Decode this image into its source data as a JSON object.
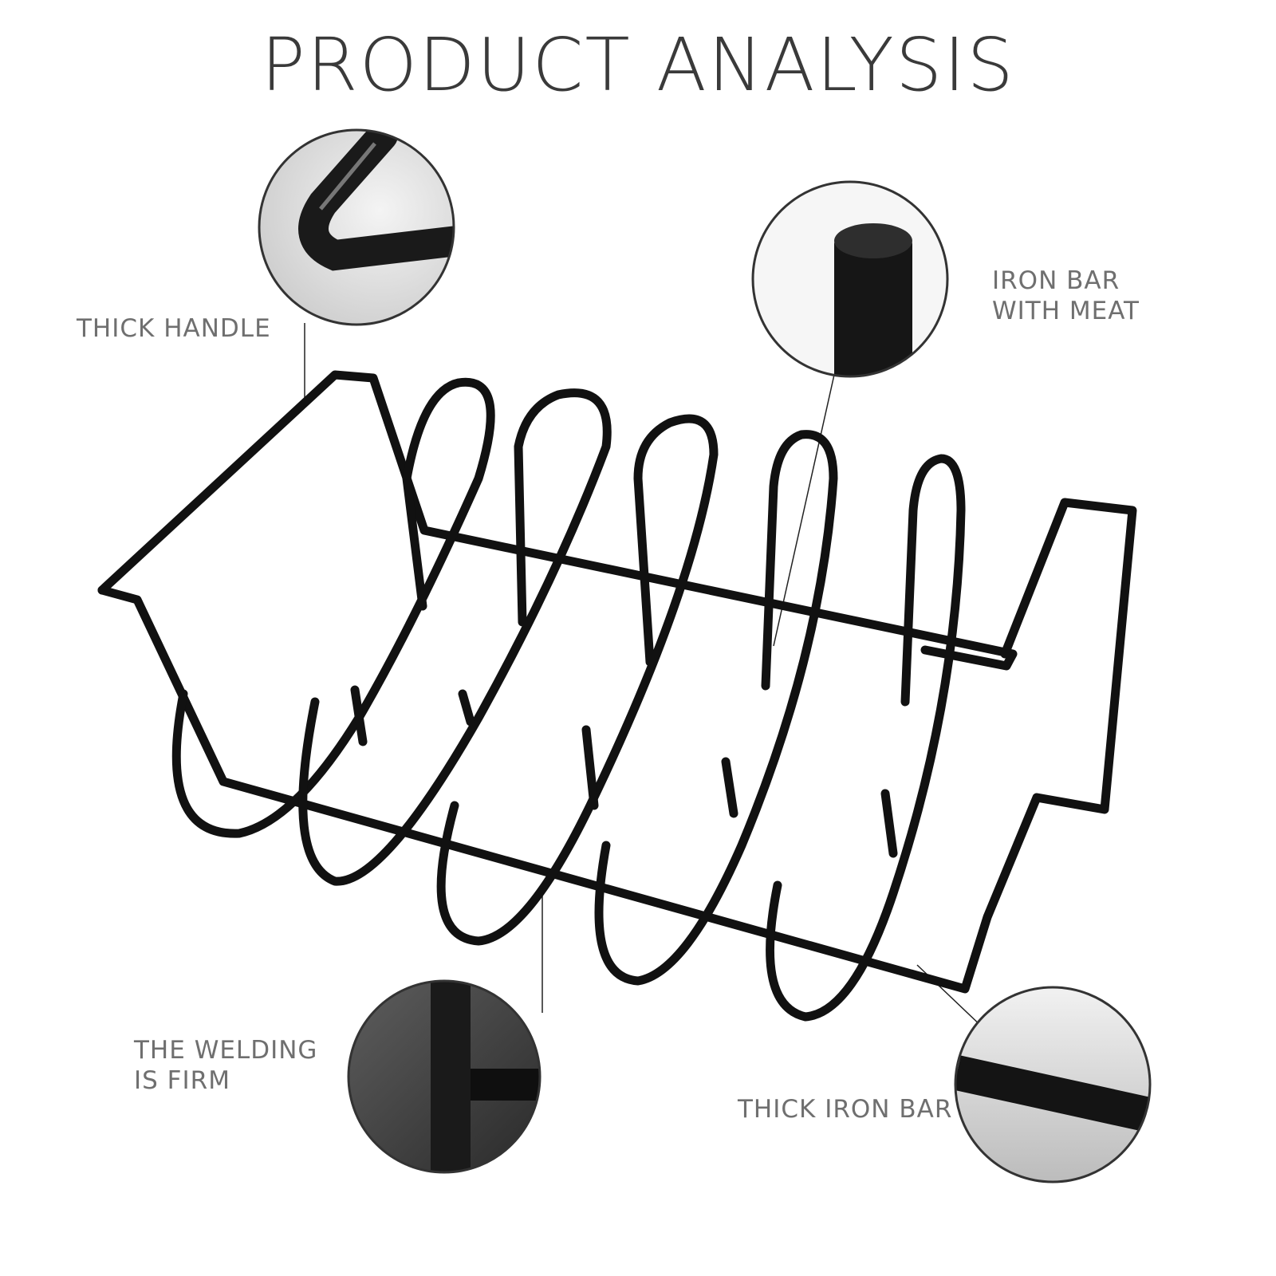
{
  "title": "PRODUCT ANALYSIS",
  "callouts": {
    "thick_handle": {
      "lines": [
        "THICK HANDLE"
      ],
      "icon": "bent-handle-closeup-icon"
    },
    "iron_bar_with_meat": {
      "lines": [
        "IRON BAR",
        "WITH MEAT"
      ],
      "icon": "bar-end-closeup-icon"
    },
    "welding": {
      "lines": [
        "THE WELDING",
        "IS FIRM"
      ],
      "icon": "weld-joint-closeup-icon"
    },
    "thick_iron_bar": {
      "lines": [
        "THICK IRON BAR"
      ],
      "icon": "iron-bar-closeup-icon"
    }
  },
  "product": {
    "name": "rib-rack",
    "color": "#111111",
    "hooks": 5
  }
}
